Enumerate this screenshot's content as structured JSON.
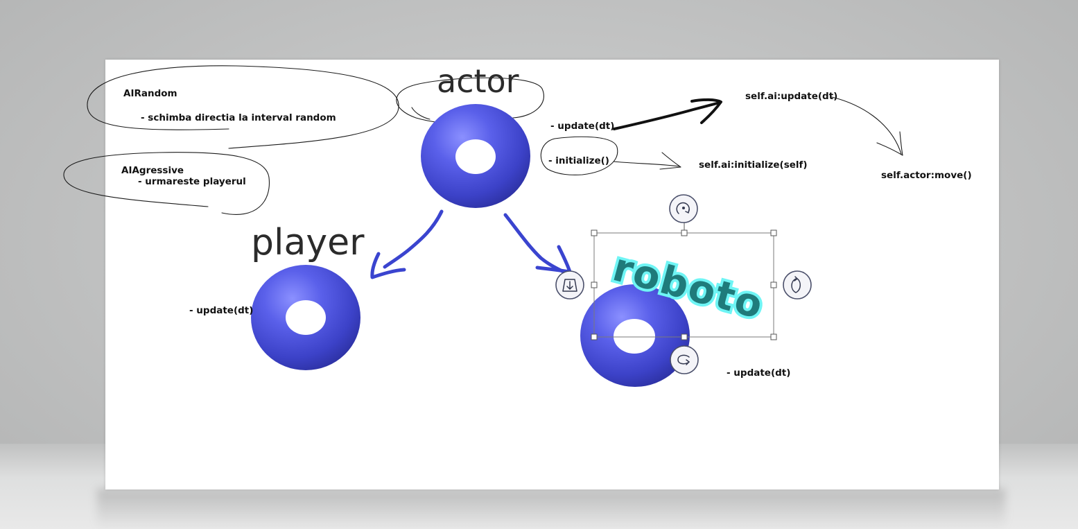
{
  "canvas": {
    "titles": {
      "actor": "actor",
      "player": "player",
      "roboto": "roboto"
    },
    "notes": {
      "ai_random": "AIRandom",
      "ai_random_desc": "- schimba directia la interval random",
      "ai_aggressive": "AIAgressive",
      "ai_aggressive_desc": "- urmareste playerul",
      "actor_update": "- update(dt)",
      "actor_initialize": "- initialize()",
      "self_ai_update": "self.ai:update(dt)",
      "self_ai_initialize": "self.ai:initialize(self)",
      "self_actor_move": "self.actor:move()",
      "player_update": "- update(dt)",
      "roboto_update": "- update(dt)"
    },
    "colors": {
      "torus": "#4a50e0",
      "arrow_blue": "#3a44cf",
      "roboto_glow": "#6ff5f5",
      "ink": "#111111"
    },
    "selection": {
      "controls": [
        "rotate-x-icon",
        "rotate-y-icon",
        "rotate-z-icon",
        "tilt-anchor-icon"
      ]
    }
  }
}
